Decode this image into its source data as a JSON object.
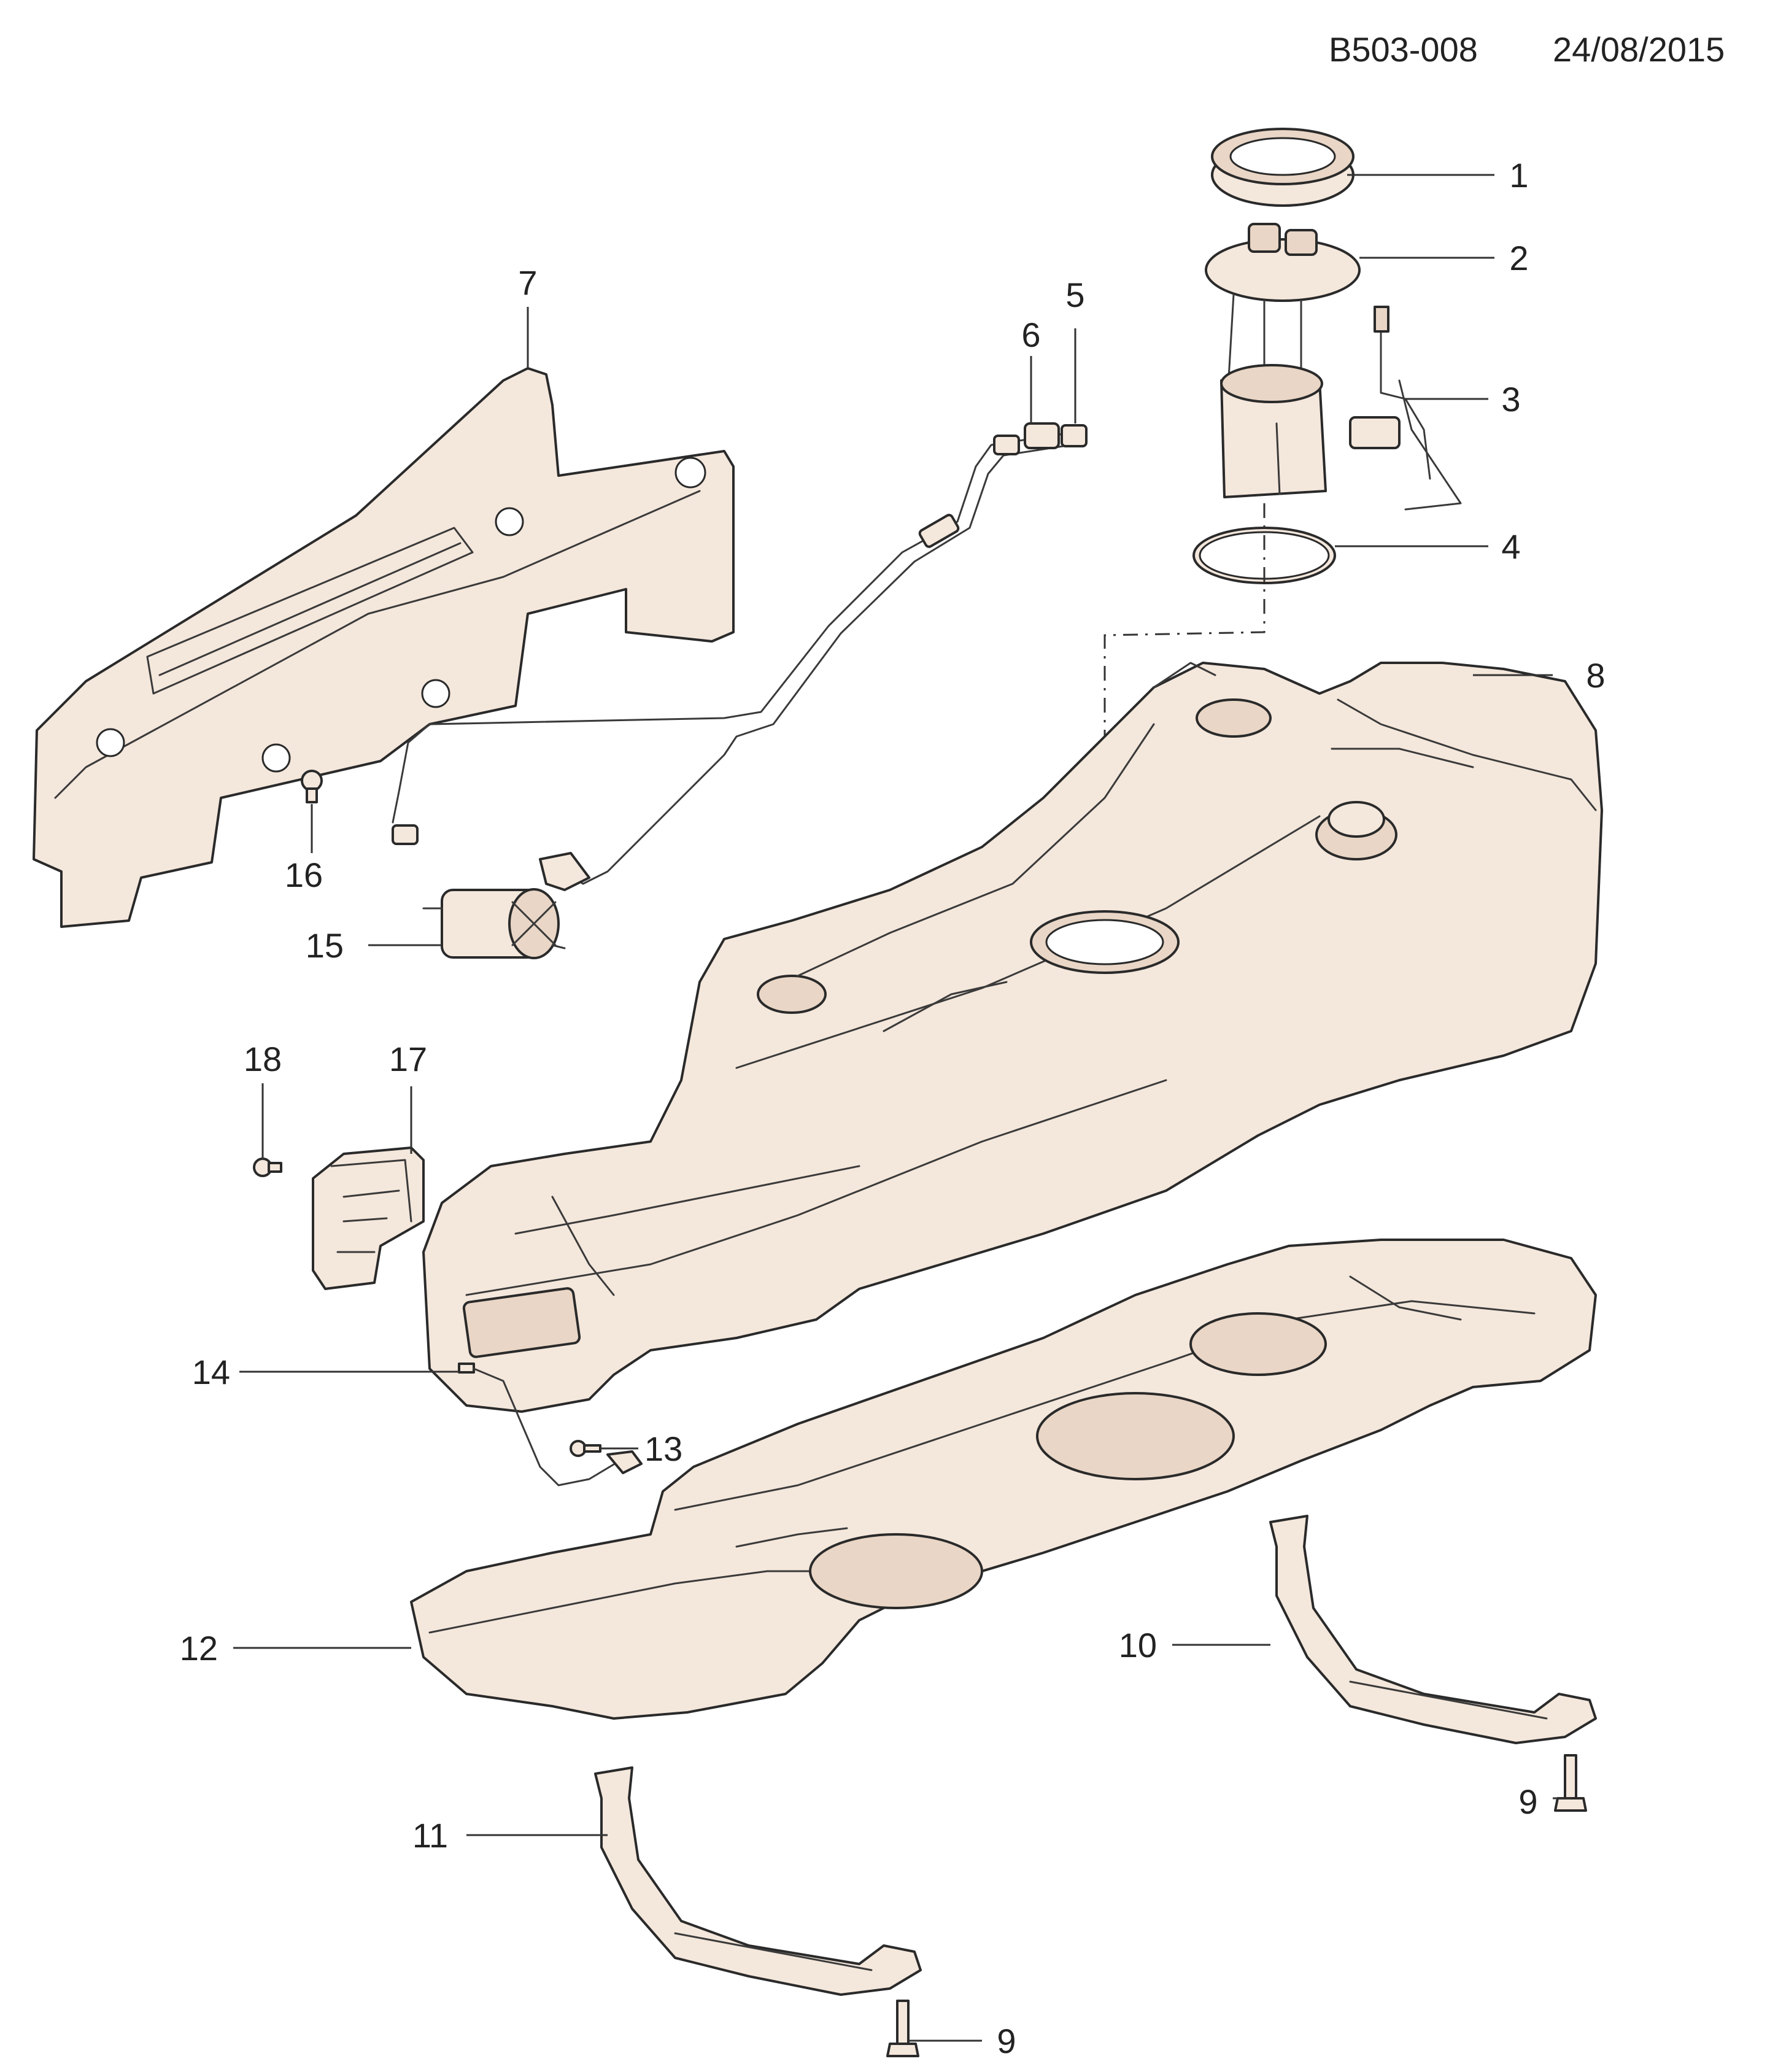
{
  "header": {
    "diagram_code": "B503-008",
    "date": "24/08/2015"
  },
  "callouts": {
    "c1": "1",
    "c2": "2",
    "c3": "3",
    "c4": "4",
    "c5": "5",
    "c6": "6",
    "c7": "7",
    "c8": "8",
    "c9a": "9",
    "c9b": "9",
    "c10": "10",
    "c11": "11",
    "c12": "12",
    "c13": "13",
    "c14": "14",
    "c15": "15",
    "c16": "16",
    "c17": "17",
    "c18": "18"
  },
  "colors": {
    "part_fill": "#f4e7dc",
    "line": "#2a2a2a",
    "background": "#ffffff"
  }
}
